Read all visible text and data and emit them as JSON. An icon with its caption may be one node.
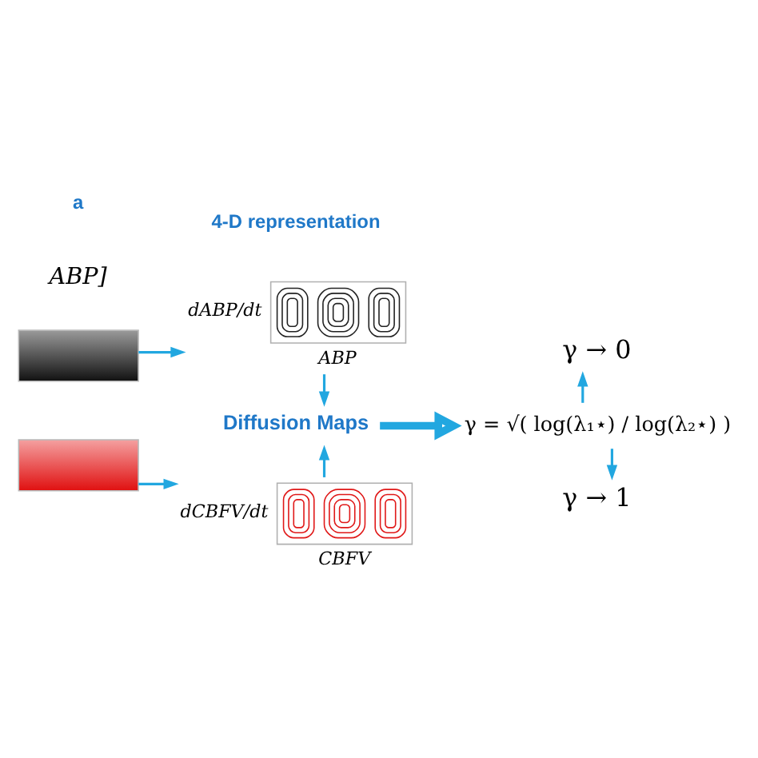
{
  "diagram": {
    "nodes": [
      {
        "text": [],
        "shape": "picture"
      },
      {
        "text": [],
        "shape": "picture"
      },
      {
        "text": [
          "dABP/dt",
          "ABP"
        ]
      },
      {
        "text": [
          "Diffusion Maps"
        ]
      },
      {
        "text": [
          "dCBFV/dt",
          "CBFV"
        ]
      },
      {
        "text": [
          "γ = √( log(λ₁⋆) / log(λ₂⋆) )"
        ]
      },
      {
        "text": [
          "γ → 0"
        ]
      },
      {
        "text": [
          "γ → 1"
        ]
      }
    ],
    "edges": [
      {
        "from": 0,
        "to": 2,
        "arrow": "to"
      },
      {
        "from": 1,
        "to": 4,
        "arrow": "to"
      },
      {
        "from": 2,
        "to": 3,
        "arrow": "to"
      },
      {
        "from": 4,
        "to": 3,
        "arrow": "to"
      },
      {
        "from": 3,
        "to": 5,
        "arrow": "to",
        "style": "thick"
      },
      {
        "from": 5,
        "to": 6,
        "arrow": "to"
      },
      {
        "from": 5,
        "to": 7,
        "arrow": "to"
      }
    ],
    "labels": [
      "4-D representation",
      "a",
      "ABP]"
    ]
  }
}
